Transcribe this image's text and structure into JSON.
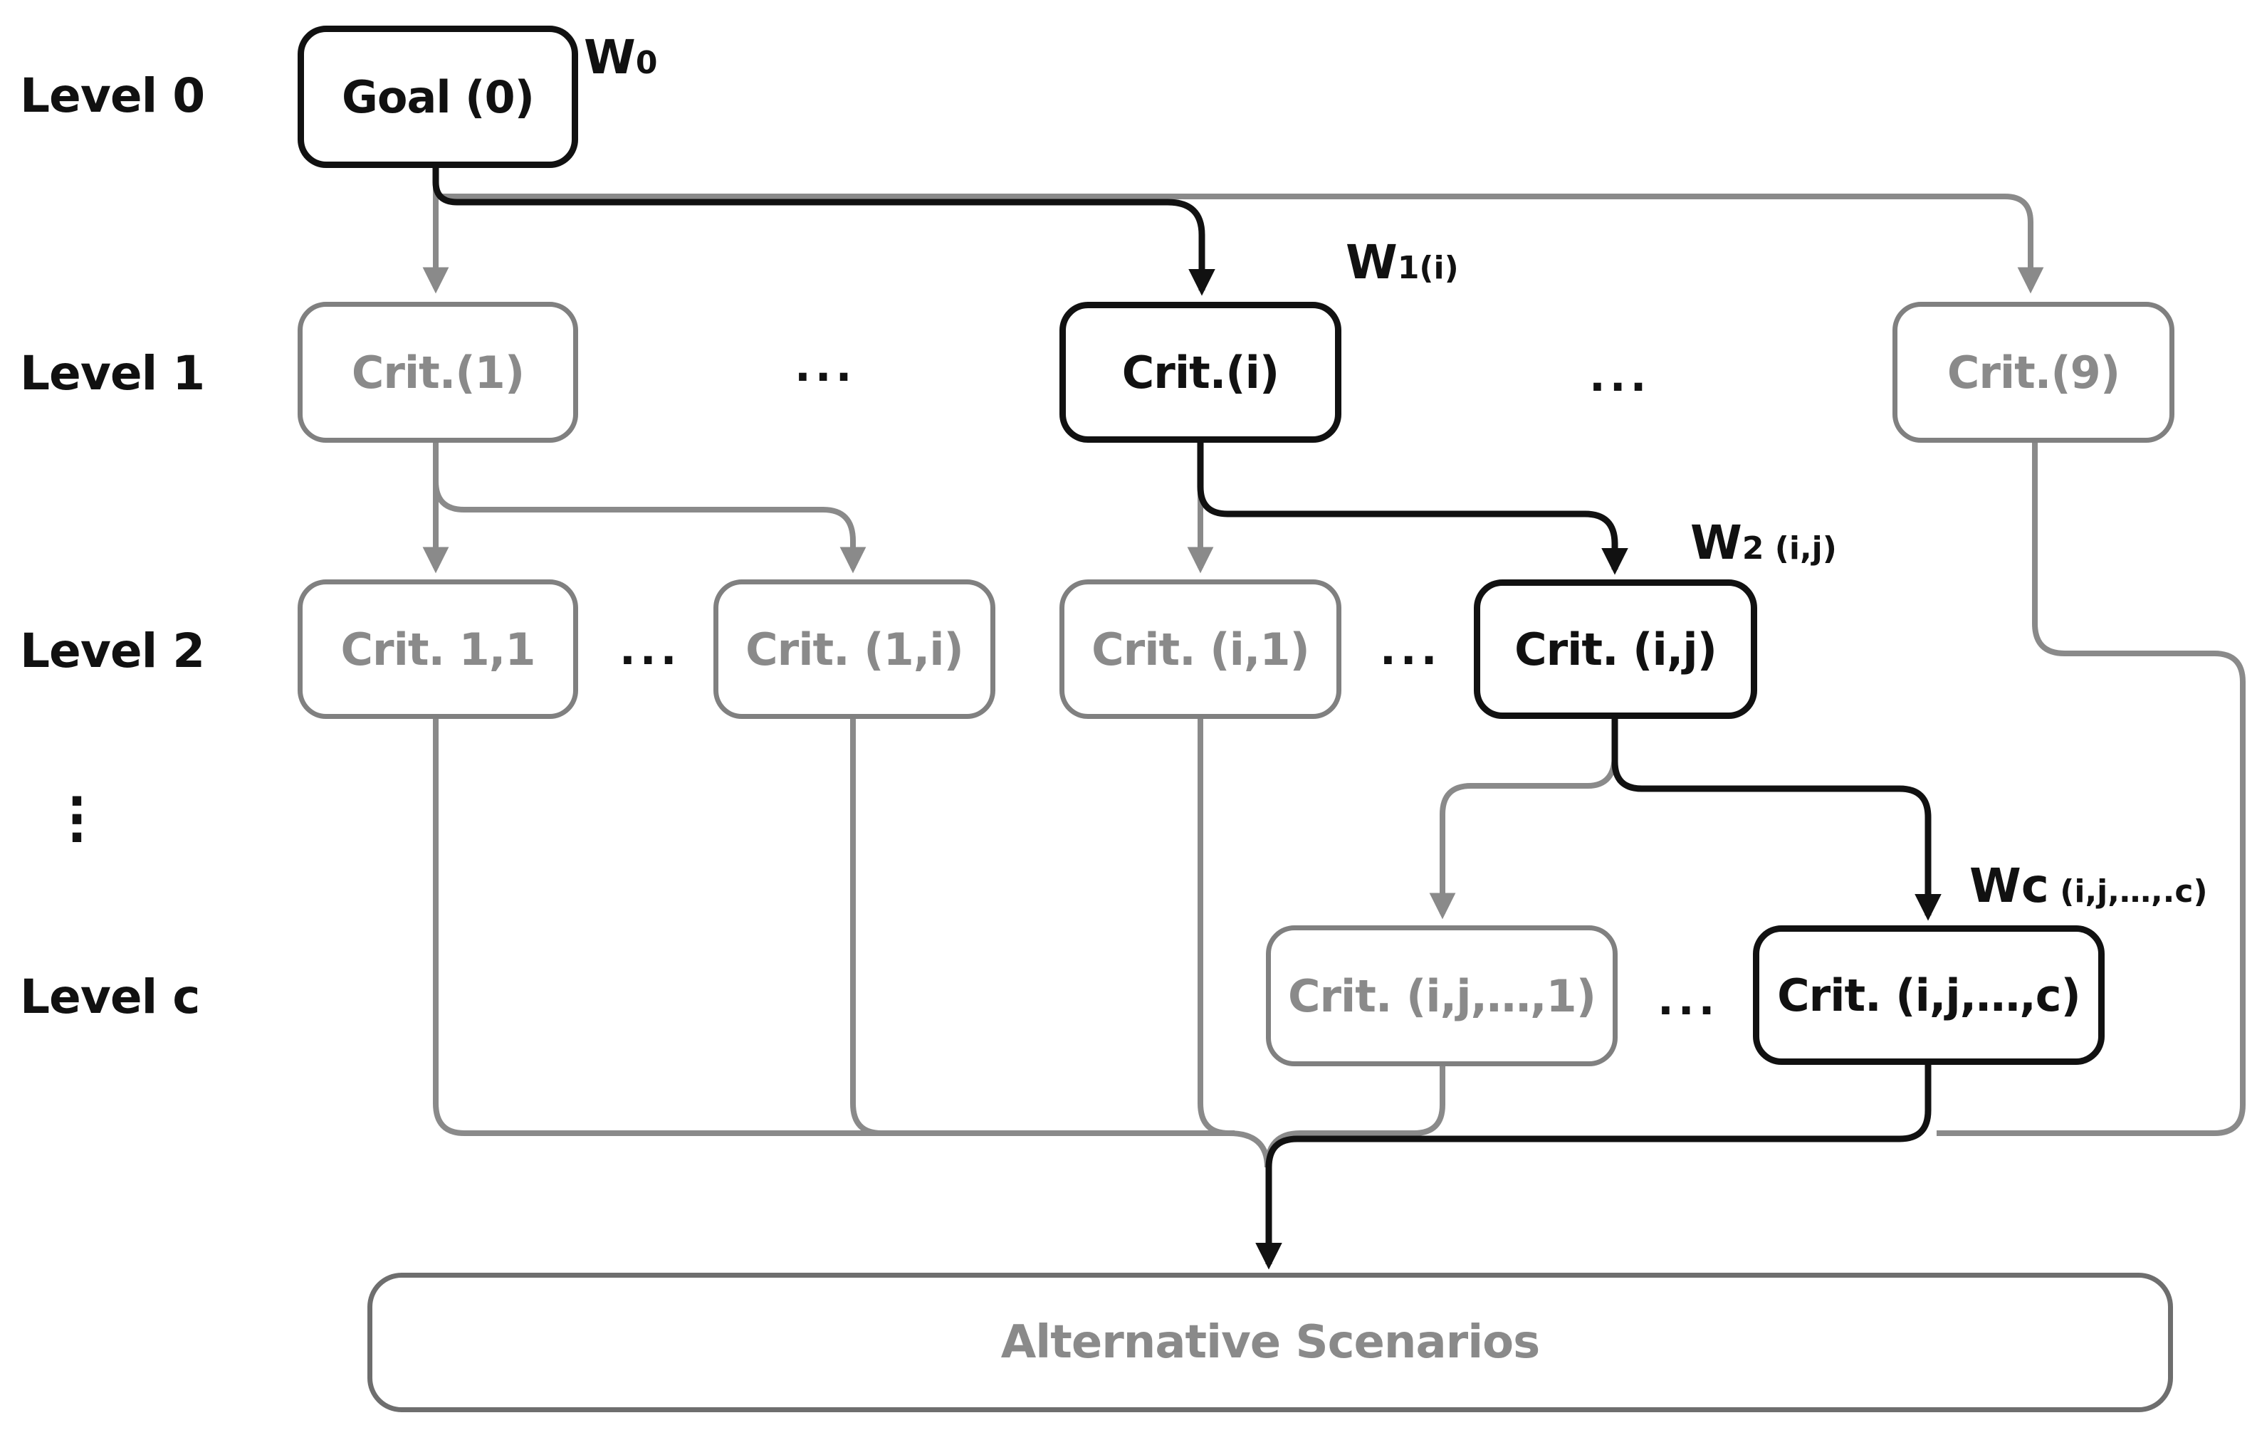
{
  "levels": [
    "Level 0",
    "Level 1",
    "Level 2",
    "Level c"
  ],
  "level_gap_marker": ":",
  "nodes": {
    "goal": "Goal (0)",
    "crit_1": "Crit.(1)",
    "crit_i": "Crit.(i)",
    "crit_9": "Crit.(9)",
    "crit_1_1": "Crit. 1,1",
    "crit_1_i": "Crit. (1,i)",
    "crit_i_1": "Crit. (i,1)",
    "crit_i_j": "Crit. (i,j)",
    "crit_ij_1": "Crit. (i,j,…,1)",
    "crit_ij_c": "Crit. (i,j,…,c)",
    "alternatives": "Alternative Scenarios"
  },
  "ellipsis": "...",
  "weights": {
    "w0": {
      "main": "W",
      "sub": "0"
    },
    "w1": {
      "main": "W",
      "sub": "1(i)"
    },
    "w2": {
      "main": "W",
      "sub": "2 (i,j)"
    },
    "wc": {
      "main": "Wc",
      "sub": " (i,j,…,.c)"
    }
  },
  "colors": {
    "active_path": "#111111",
    "inactive_path": "#8a8a8a"
  }
}
